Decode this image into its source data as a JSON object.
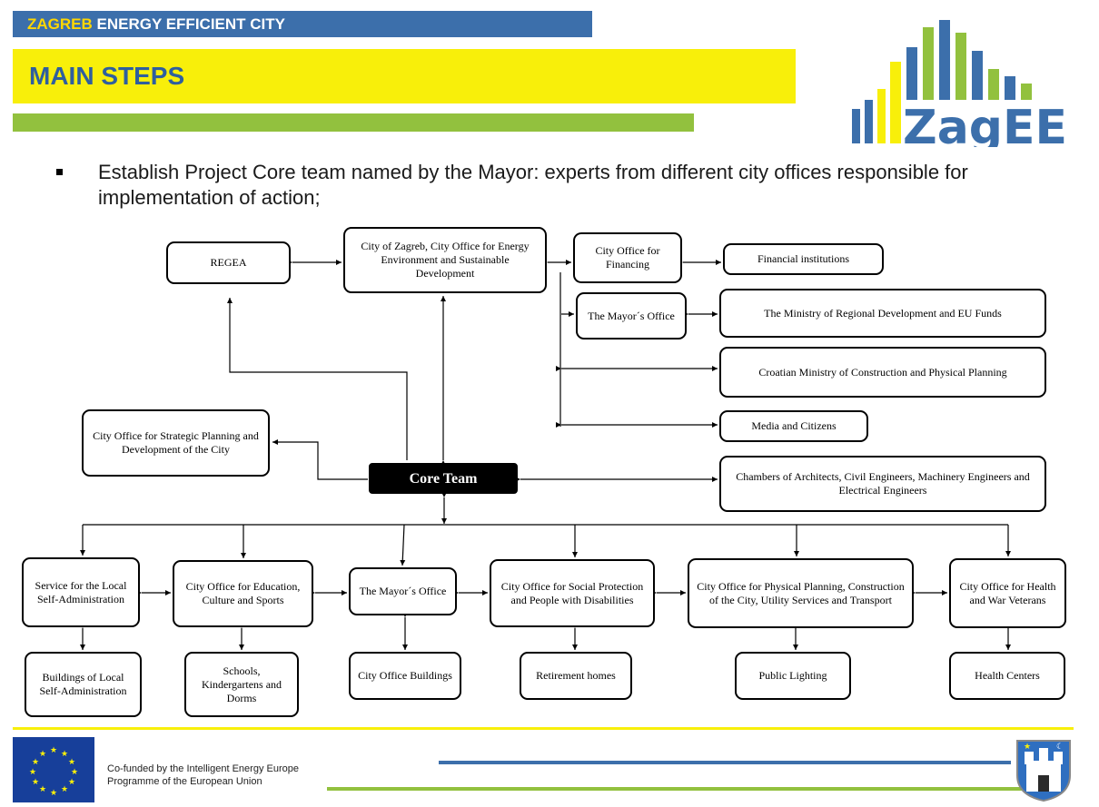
{
  "header": {
    "title_highlight": "ZAGREB",
    "title_rest": " ENERGY EFFICIENT CITY",
    "section": "MAIN STEPS"
  },
  "logo": {
    "text": "ZagEE"
  },
  "bullet": "Establish Project Core team named by the Mayor: experts from different city offices responsible for implementation of action;",
  "diagram": {
    "regea": "REGEA",
    "city_office_energy": "City of Zagreb, City Office for Energy Environment and Sustainable Development",
    "city_office_financing": "City Office for Financing",
    "financial_institutions": "Financial institutions",
    "mayors_office_top": "The Mayor´s Office",
    "ministry_regional": "The Ministry of Regional Development and EU Funds",
    "ministry_construction": "Croatian Ministry of Construction and Physical Planning",
    "media": "Media and Citizens",
    "strategic_planning": "City Office for Strategic Planning and Development of the City",
    "core_team": "Core Team",
    "chambers": "Chambers of Architects, Civil Engineers, Machinery Engineers and Electrical Engineers",
    "local_self_admin": "Service for the Local Self-Administration",
    "education": "City Office for Education, Culture and Sports",
    "mayors_office_mid": "The Mayor´s Office",
    "social": "City Office for Social Protection and People with Disabilities",
    "physical_planning": "City Office for Physical Planning, Construction of the City, Utility Services and Transport",
    "health_war": "City Office for Health and War Veterans",
    "buildings_local": "Buildings of Local Self-Administration",
    "schools": "Schools, Kindergartens and Dorms",
    "city_office_buildings": "City Office Buildings",
    "retirement": "Retirement homes",
    "public_lighting": "Public Lighting",
    "health_centers": "Health Centers"
  },
  "footer": {
    "line1": "Co-funded by the Intelligent Energy Europe",
    "line2": "Programme of the European Union"
  },
  "colors": {
    "blue": "#3c6fab",
    "yellow": "#f8ef0a",
    "green": "#92c13e"
  }
}
